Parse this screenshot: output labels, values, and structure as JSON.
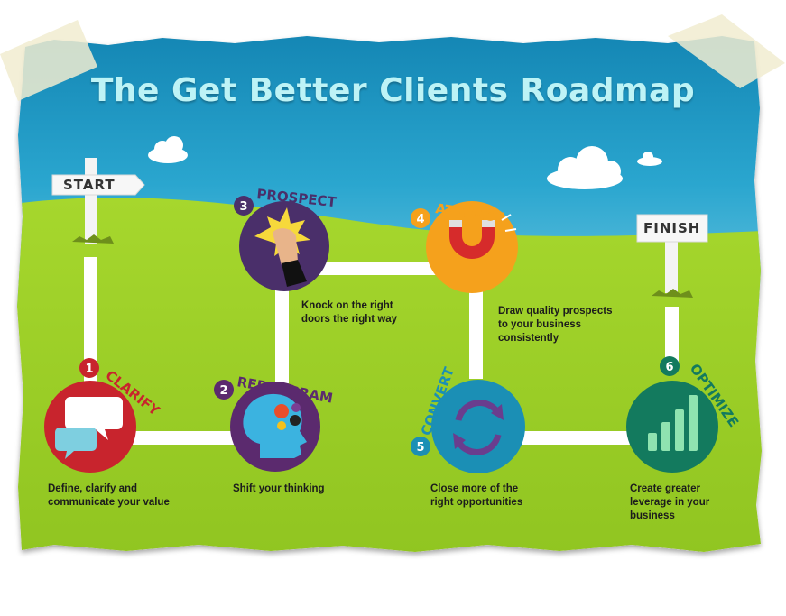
{
  "title": "The Get Better Clients Roadmap",
  "signs": {
    "start": "START",
    "finish": "FINISH"
  },
  "steps": [
    {
      "number": "1",
      "label": "CLARIFY",
      "description": "Define, clarify and\ncommunicate your value",
      "icon": "speech-bubbles-icon",
      "circle_color": "#c8242d",
      "number_color": "#c8242d"
    },
    {
      "number": "2",
      "label": "REPROGRAM",
      "description": "Shift your thinking",
      "icon": "head-gears-icon",
      "circle_color": "#5b2a6e",
      "number_color": "#5b2a6e"
    },
    {
      "number": "3",
      "label": "PROSPECT",
      "description": "Knock on the right\ndoors the right way",
      "icon": "knocking-fist-icon",
      "circle_color": "#4a2f6a",
      "number_color": "#4a2f6a"
    },
    {
      "number": "4",
      "label": "ATTRACT",
      "description": "Draw quality prospects\nto your business\nconsistently",
      "icon": "magnet-icon",
      "circle_color": "#f5a11c",
      "number_color": "#f5a11c"
    },
    {
      "number": "5",
      "label": "CONVERT",
      "description": "Close more of the\nright opportunities",
      "icon": "refresh-arrows-icon",
      "circle_color": "#1b8fb5",
      "number_color": "#1b8fb5"
    },
    {
      "number": "6",
      "label": "OPTIMIZE",
      "description": "Create greater\nleverage in your\nbusiness",
      "icon": "bar-growth-icon",
      "circle_color": "#137a5e",
      "number_color": "#137a5e"
    }
  ],
  "colors": {
    "sky": "#1a96c4",
    "grass": "#9cd028",
    "path": "#ffffff",
    "title": "#bdf3f6"
  }
}
